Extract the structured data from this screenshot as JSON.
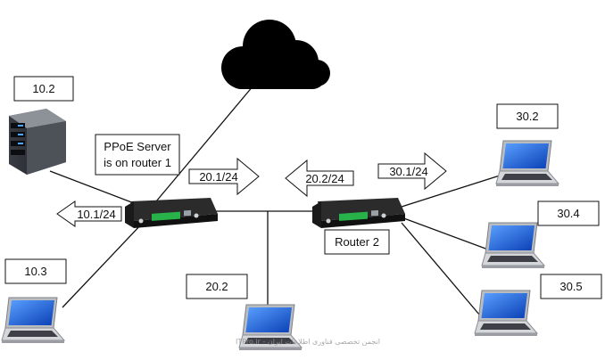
{
  "nodes": {
    "server": {
      "label": "10.2"
    },
    "laptop_left": {
      "label": "10.3"
    },
    "laptop_middle": {
      "label": "20.2"
    },
    "laptop_right_top": {
      "label": "30.2"
    },
    "laptop_right_mid": {
      "label": "30.4"
    },
    "laptop_right_bottom": {
      "label": "30.5"
    },
    "router1": {
      "note_line1": "PPoE Server",
      "note_line2": "is on router 1"
    },
    "router2": {
      "label": "Router 2"
    }
  },
  "arrows": {
    "left_10": "10.1/24",
    "right_20_1": "20.1/24",
    "left_20_2": "20.2/24",
    "right_30_1": "30.1/24"
  },
  "watermark": "ITPro.ir - انجمن تخصصی فناوری اطلاعات ایران",
  "colors": {
    "cloud": "#000000",
    "router": "#1b1b1b",
    "screen": "#1f5fd6",
    "laptop_body": "#c9cbcf"
  }
}
